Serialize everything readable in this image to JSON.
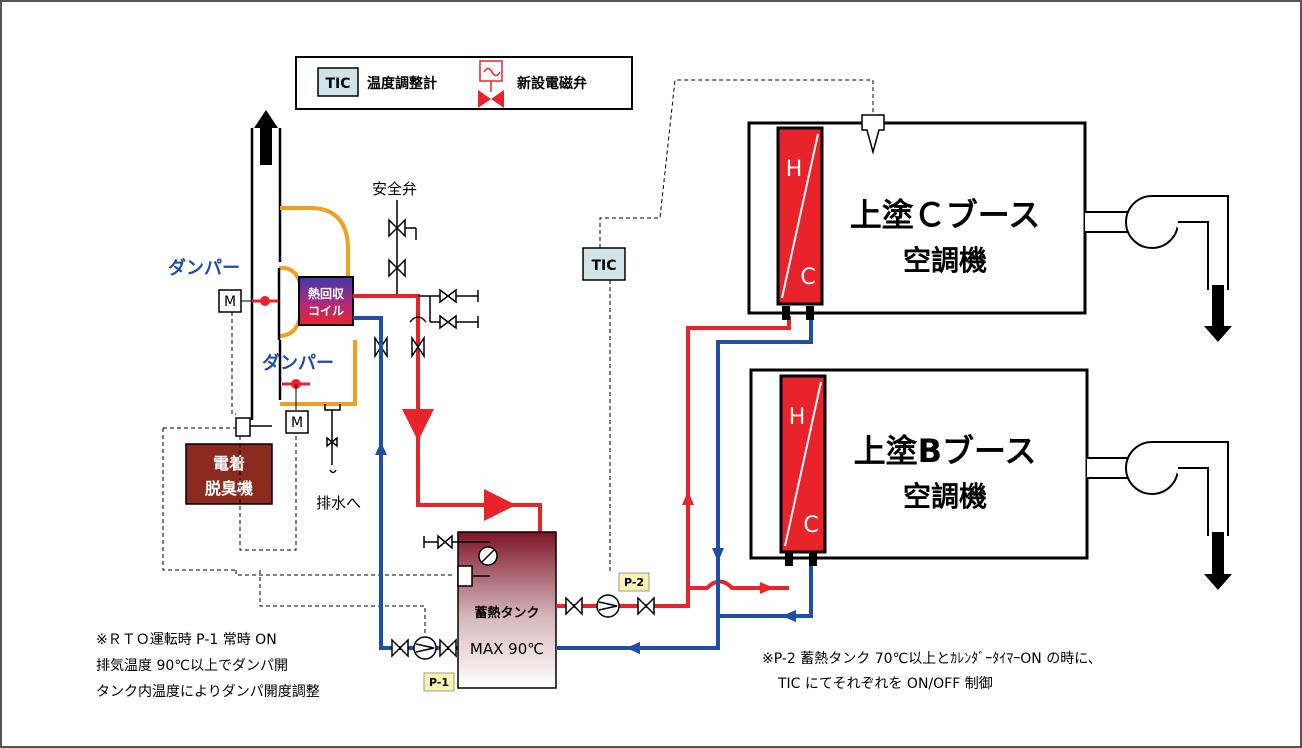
{
  "legend": {
    "tic_badge": "TIC",
    "tic_label": "温度調整計",
    "valve_label": "新設電磁弁"
  },
  "labels": {
    "safety_valve": "安全弁",
    "damper_1": "ダンパー",
    "damper_2": "ダンパー",
    "motor_1": "M",
    "motor_2": "M",
    "heat_coil_line1": "熱回収",
    "heat_coil_line2": "コイル",
    "deodorizer_line1": "電着",
    "deodorizer_line2": "脱臭機",
    "drain": "排水へ",
    "tic_mid": "TIC",
    "tank_label": "蓄熱タンク",
    "tank_max": "MAX 90℃",
    "pump_1": "P-1",
    "pump_2": "P-2",
    "booth_c_line1": "上塗Ｃブース",
    "booth_c_line2": "空調機",
    "booth_b_line1": "上塗Bブース",
    "booth_b_line2": "空調機",
    "coil_h_top": "H",
    "coil_c_top": "C",
    "coil_h_bottom": "H",
    "coil_c_bottom": "C"
  },
  "notes": {
    "left_line1": "※ＲＴＯ運転時 P-1 常時 ON",
    "left_line2": "排気温度 90℃以上でダンパ開",
    "left_line3": "タンク内温度によりダンパ開度調整",
    "right_line1": "※P-2 蓄熱タンク 70℃以上とｶﾚﾝﾀﾞｰﾀｲﾏｰON の時に、",
    "right_line2": "TIC にてそれぞれを ON/OFF 制御"
  },
  "colors": {
    "hot_pipe": "#e8242a",
    "cold_pipe": "#1f4ea6",
    "exhaust_duct": "#f0a020",
    "tic_fill": "#cfe4e8",
    "deodorizer_fill": "#8b2a1e",
    "pump_tag_fill": "#fbf3b0",
    "damper_text": "#1f4ea6"
  }
}
